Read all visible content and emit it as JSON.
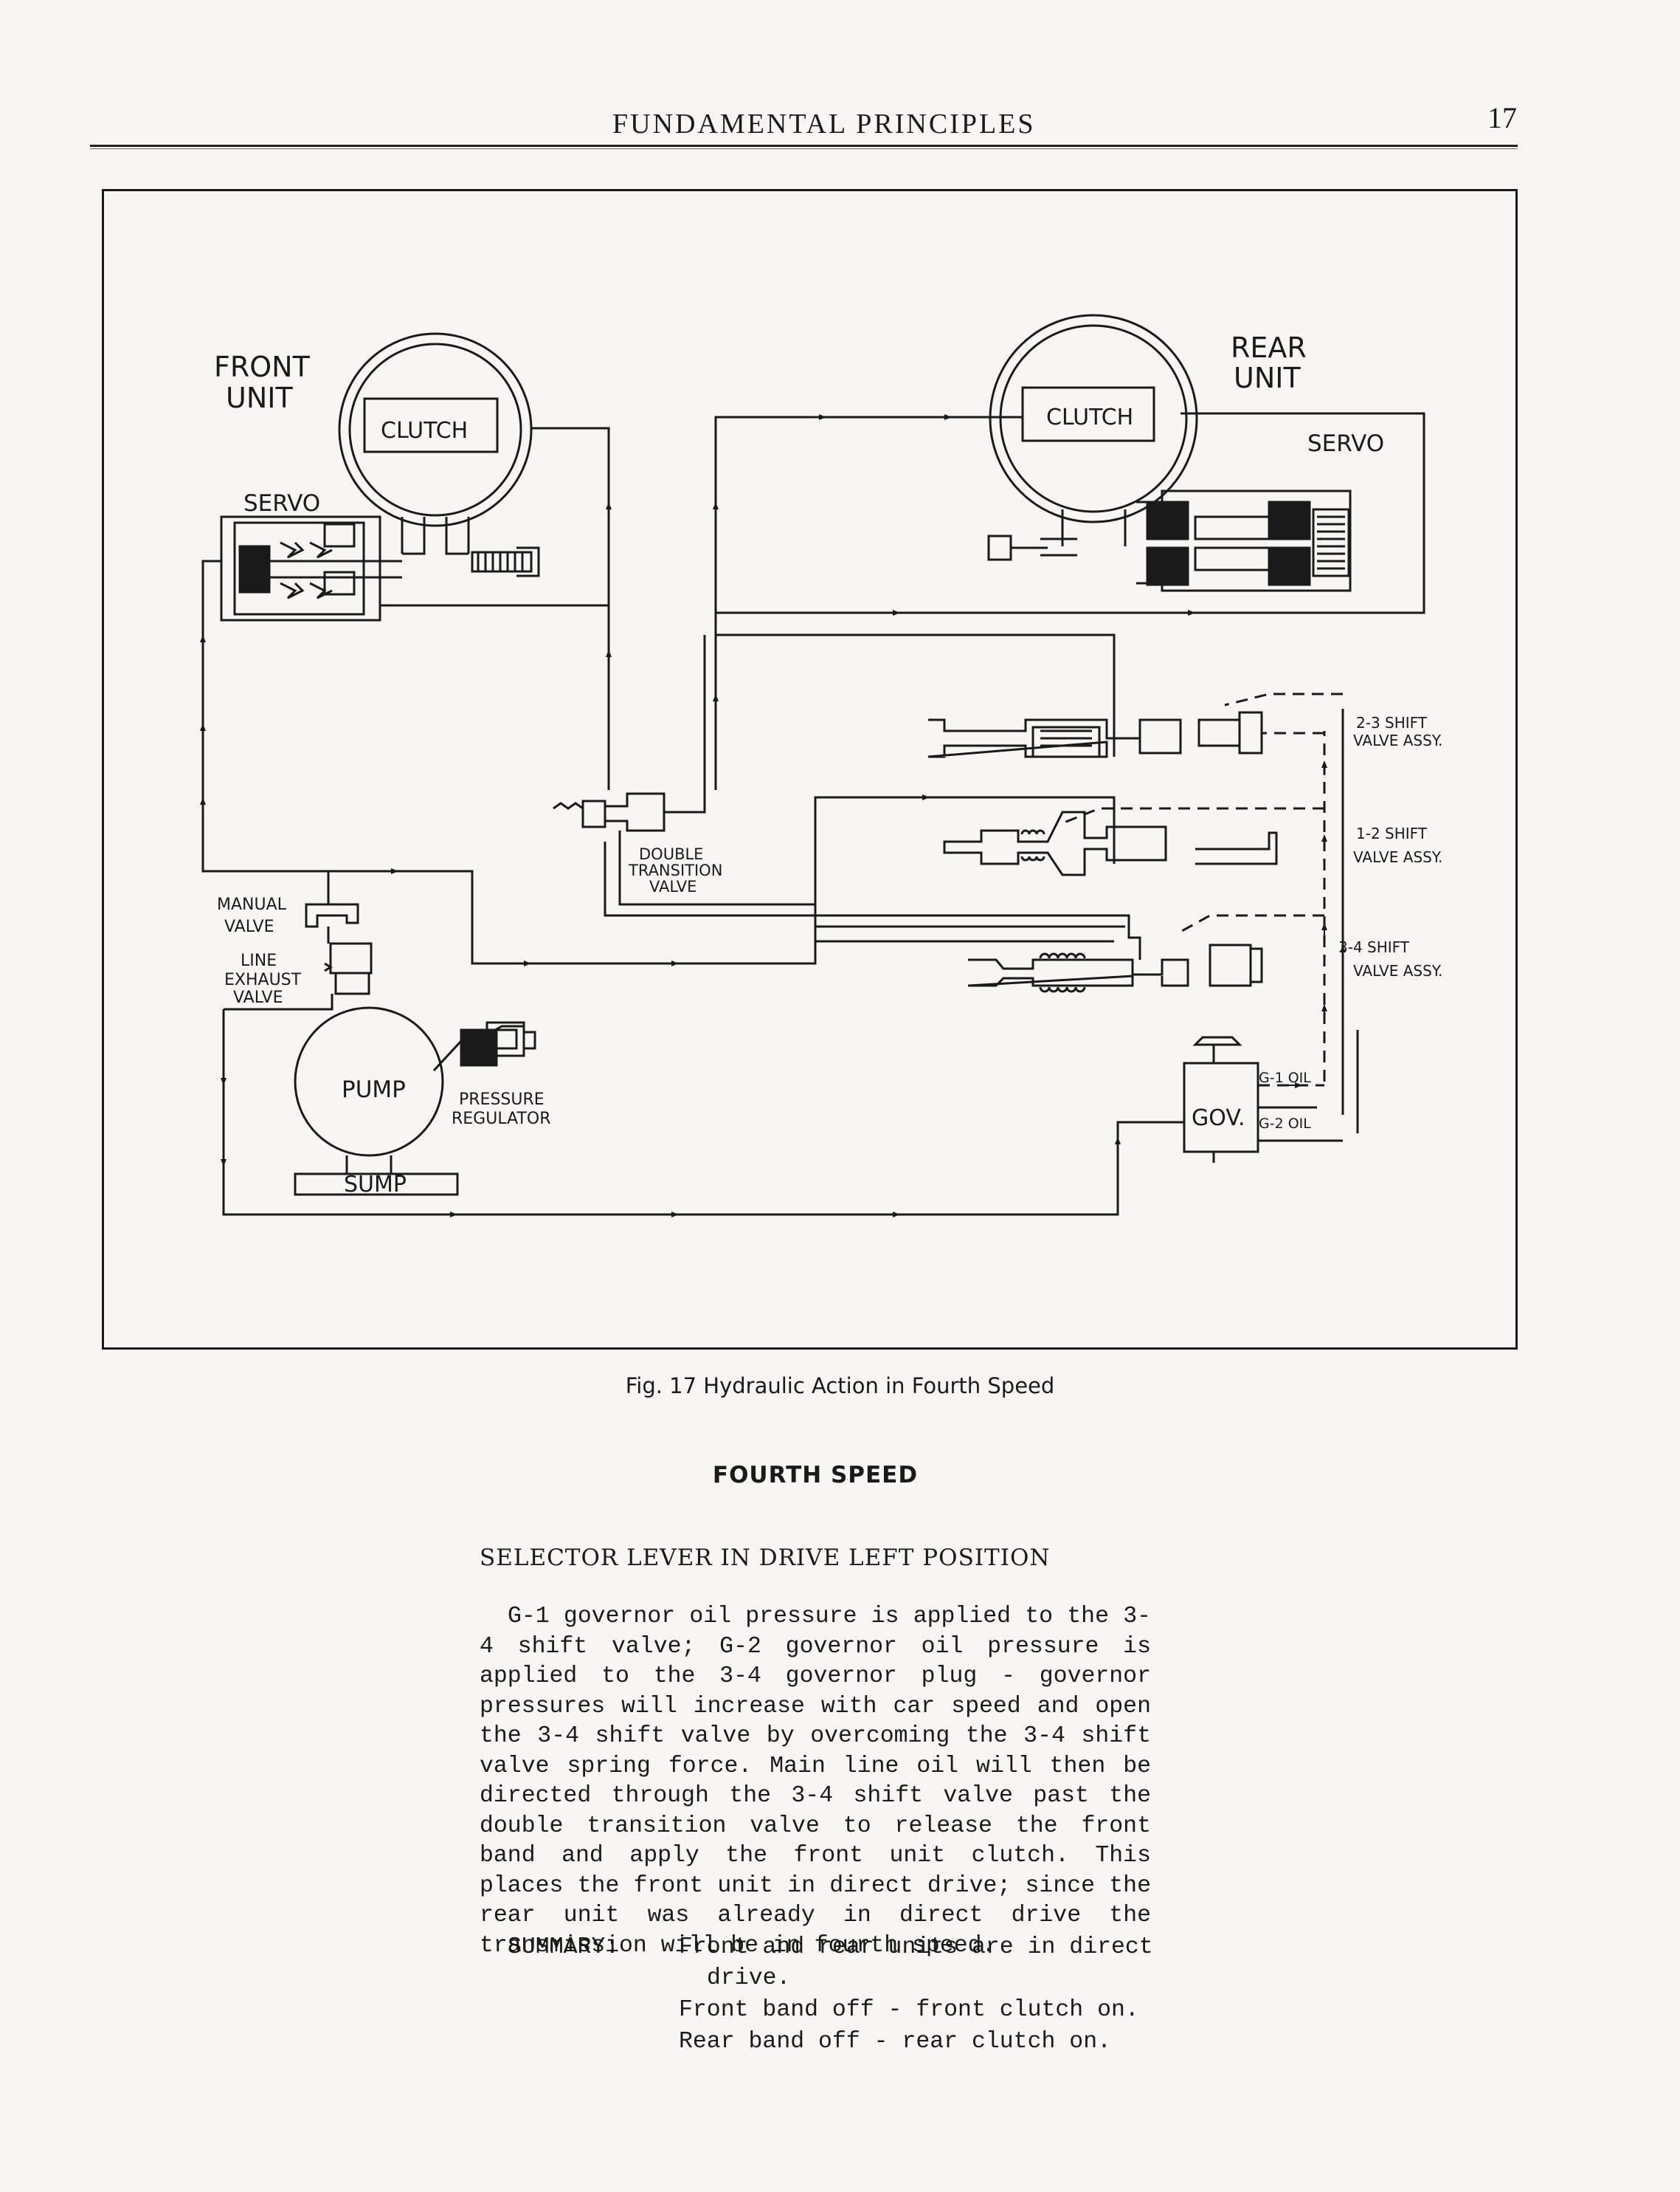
{
  "header": {
    "title": "FUNDAMENTAL PRINCIPLES",
    "page_number": "17"
  },
  "figure": {
    "labels": {
      "front_unit_1": "FRONT",
      "front_unit_2": "UNIT",
      "rear_unit_1": "REAR",
      "rear_unit_2": "UNIT",
      "clutch_front": "CLUTCH",
      "clutch_rear": "CLUTCH",
      "servo_front": "SERVO",
      "servo_rear": "SERVO",
      "manual_valve_1": "MANUAL",
      "manual_valve_2": "VALVE",
      "line_exhaust_1": "LINE",
      "line_exhaust_2": "EXHAUST",
      "line_exhaust_3": "VALVE",
      "pump": "PUMP",
      "sump": "SUMP",
      "pressure_reg_1": "PRESSURE",
      "pressure_reg_2": "REGULATOR",
      "double_transition_1": "DOUBLE",
      "double_transition_2": "TRANSITION",
      "double_transition_3": "VALVE",
      "shift_23_1": "2-3 SHIFT",
      "shift_23_2": "VALVE ASSY.",
      "shift_12_1": "1-2 SHIFT",
      "shift_12_2": "VALVE ASSY.",
      "shift_34_1": "3-4 SHIFT",
      "shift_34_2": "VALVE ASSY.",
      "gov": "GOV.",
      "g1_oil": "G-1 OIL",
      "g2_oil": "G-2 OIL"
    },
    "caption": "Fig. 17 Hydraulic Action in Fourth Speed"
  },
  "section": {
    "heading": "FOURTH SPEED",
    "subheading": "SELECTOR LEVER IN DRIVE LEFT POSITION",
    "body": "G-1 governor oil pressure is applied to the 3-4 shift valve; G-2 governor oil pressure is applied to the 3-4 governor plug - governor pressures will increase with car speed and open the 3-4 shift valve by overcoming the 3-4 shift valve spring force. Main line oil will then be directed through the 3-4 shift valve past the double transition valve to release the front band and apply the front unit clutch. This places the front unit in direct drive; since the rear unit was already in direct drive the transmission will be in fourth speed.",
    "summary_label": "SUMMARY:",
    "summary_lines": [
      "Front and rear units are in direct",
      "drive.",
      "Front band off - front clutch on.",
      "Rear band off - rear clutch on."
    ]
  }
}
